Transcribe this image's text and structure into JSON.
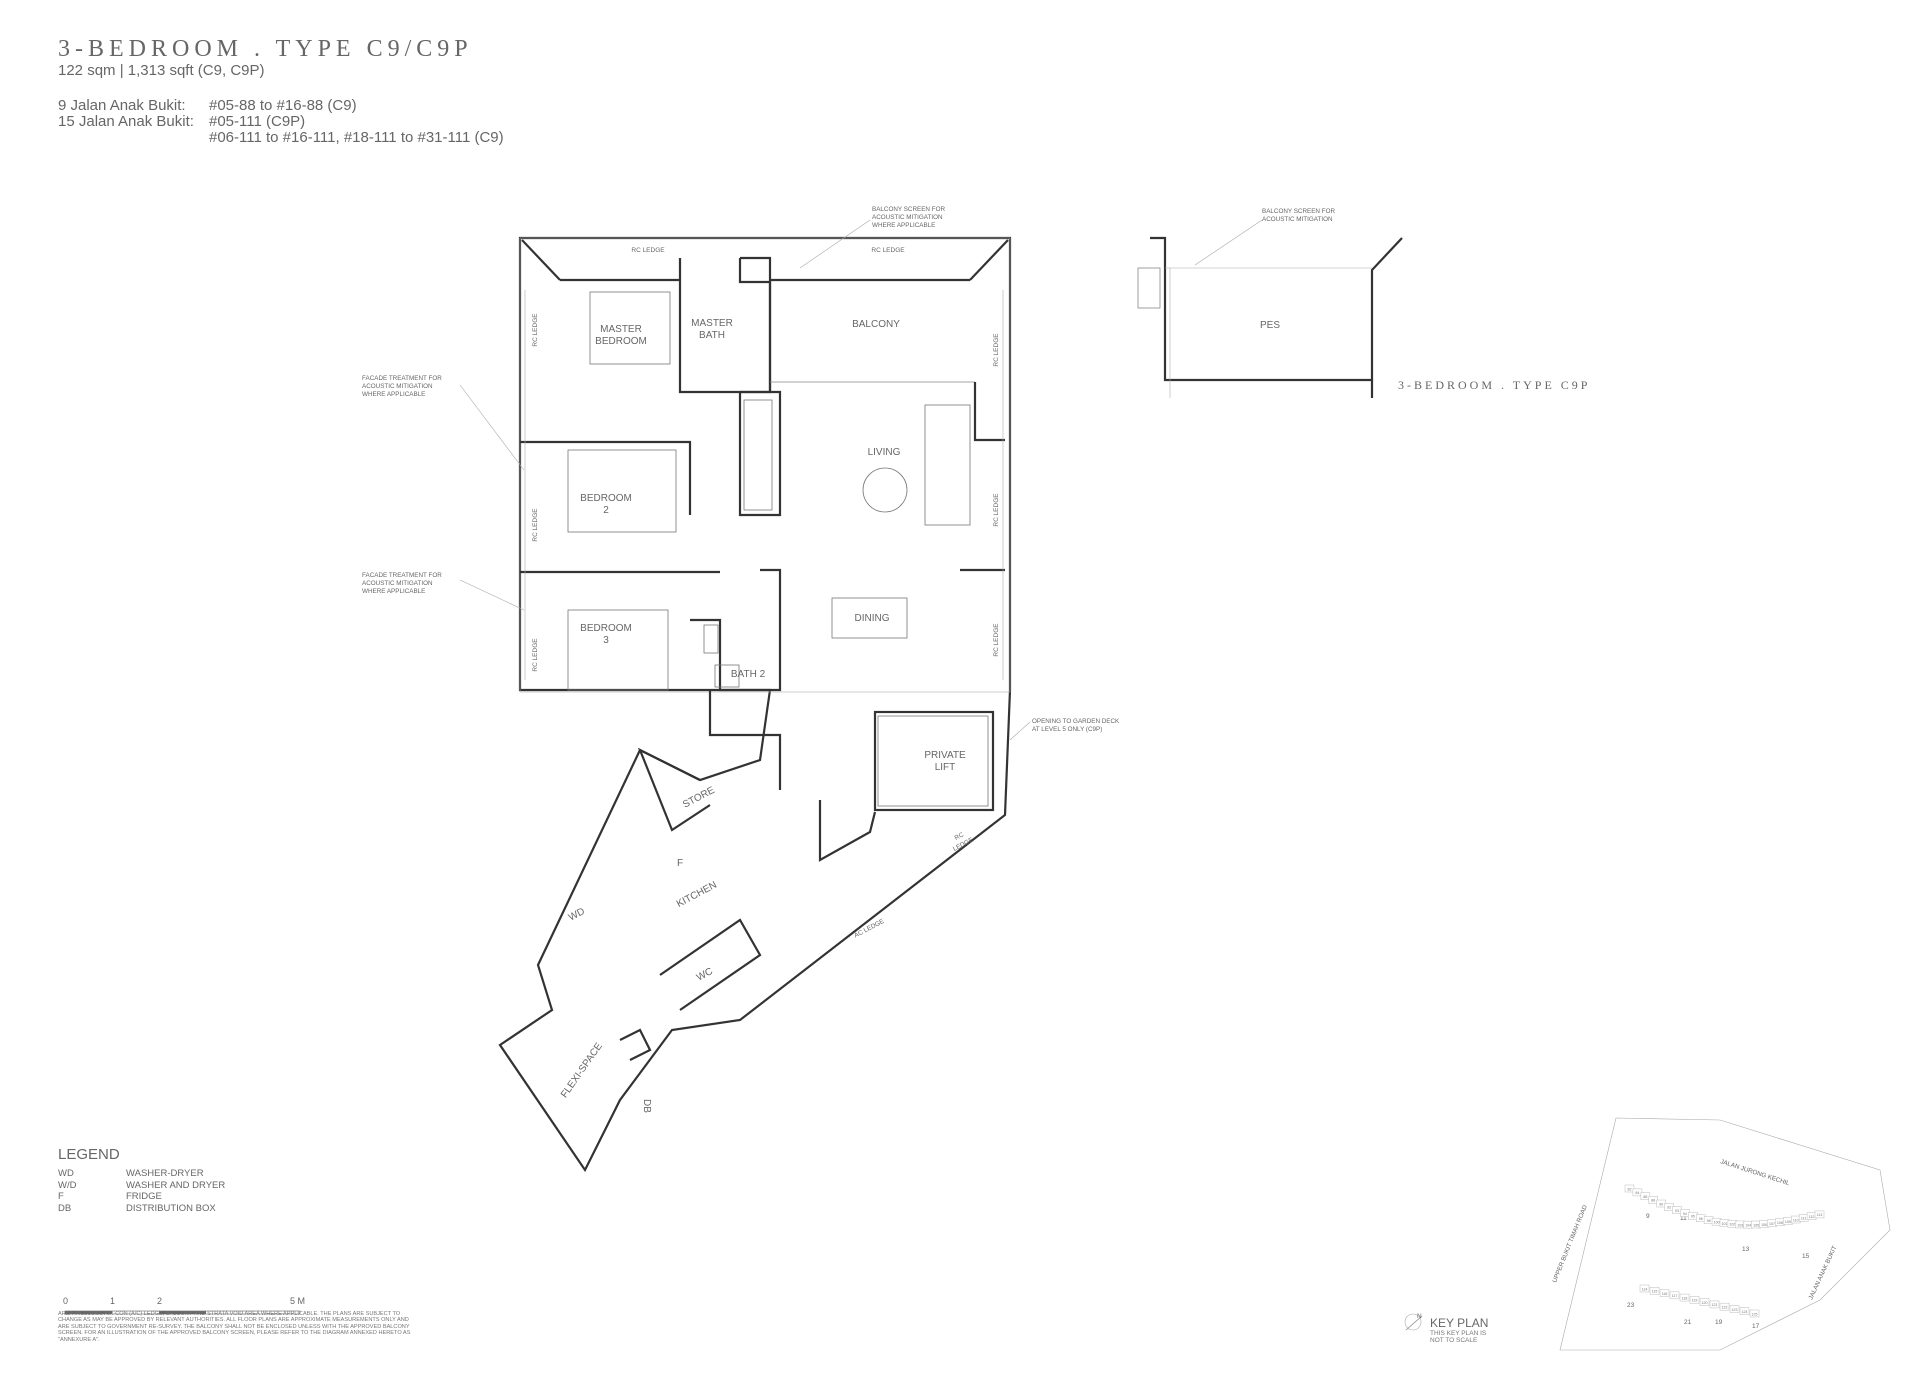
{
  "header": {
    "title": "3-BEDROOM . TYPE C9/C9P",
    "subtitle": "122 sqm | 1,313 sqft (C9, C9P)",
    "units": [
      {
        "label": "9 Jalan Anak Bukit:",
        "value": "#05-88 to #16-88 (C9)"
      },
      {
        "label": "15 Jalan Anak Bukit:",
        "value": "#05-111 (C9P)"
      },
      {
        "label": "",
        "value": "#06-111 to #16-111, #18-111 to #31-111 (C9)"
      }
    ]
  },
  "rooms": {
    "master_bedroom": [
      "MASTER",
      "BEDROOM"
    ],
    "master_bath": [
      "MASTER",
      "BATH"
    ],
    "balcony": "BALCONY",
    "living": "LIVING",
    "bedroom2": [
      "BEDROOM",
      "2"
    ],
    "bedroom3": [
      "BEDROOM",
      "3"
    ],
    "dining": "DINING",
    "bath2": "BATH 2",
    "private_lift": [
      "PRIVATE",
      "LIFT"
    ],
    "store": "STORE",
    "fridge": "F",
    "kitchen": "KITCHEN",
    "washer": "WD",
    "wc": "WC",
    "flexi": "FLEXI-SPACE",
    "db": "DB",
    "pes": "PES"
  },
  "ledges": {
    "rc_ledge": "RC LEDGE",
    "ac_ledge": "AC LEDGE",
    "rc_ledge_2line": [
      "RC",
      "LEDGE"
    ]
  },
  "notes": {
    "balcony_screen": [
      "BALCONY SCREEN FOR",
      "ACOUSTIC MITIGATION",
      "WHERE APPLICABLE"
    ],
    "facade": [
      "FACADE TREATMENT FOR",
      "ACOUSTIC MITIGATION",
      "WHERE APPLICABLE"
    ],
    "garden_deck": [
      "OPENING TO GARDEN DECK",
      "AT LEVEL 5 ONLY (C9P)"
    ]
  },
  "c9p_label": "3-BEDROOM . TYPE C9P",
  "legend": {
    "title": "LEGEND",
    "items": [
      {
        "abbr": "WD",
        "desc": "WASHER-DRYER"
      },
      {
        "abbr": "W/D",
        "desc": "WASHER AND DRYER"
      },
      {
        "abbr": "F",
        "desc": "FRIDGE"
      },
      {
        "abbr": "DB",
        "desc": "DISTRIBUTION BOX"
      }
    ]
  },
  "scale": {
    "ticks": [
      "0",
      "1",
      "2",
      "5 M"
    ]
  },
  "disclaimer": "Area includes Air-con (A/C) ledge, balcony and strata void area where applicable. The plans are subject to change as may be approved by relevant authorities. All floor plans are approximate measurements only and are subject to government re-survey. The balcony shall not be enclosed unless with the approved balcony screen. For an illustration of the approved balcony screen, please refer to the diagram annexed hereto as \"Annexure A\".",
  "keyplan": {
    "title": "KEY PLAN",
    "note": [
      "THIS KEY PLAN IS",
      "NOT TO SCALE"
    ],
    "north": "N",
    "roads": [
      "JALAN JURONG KECHIL",
      "UPPER BUKIT TIMAH ROAD",
      "JALAN ANAK BUKIT"
    ],
    "blocks": [
      "9",
      "11",
      "13",
      "15",
      "17",
      "19",
      "21",
      "23"
    ],
    "units_small": [
      "82",
      "84",
      "86",
      "88",
      "90",
      "92",
      "93",
      "94",
      "95",
      "96",
      "98",
      "100",
      "101",
      "102",
      "103",
      "104",
      "105",
      "106",
      "107",
      "108",
      "109",
      "110",
      "111",
      "112",
      "113",
      "114",
      "115",
      "116",
      "117",
      "118",
      "119",
      "120",
      "121",
      "122",
      "123",
      "124",
      "125"
    ]
  }
}
